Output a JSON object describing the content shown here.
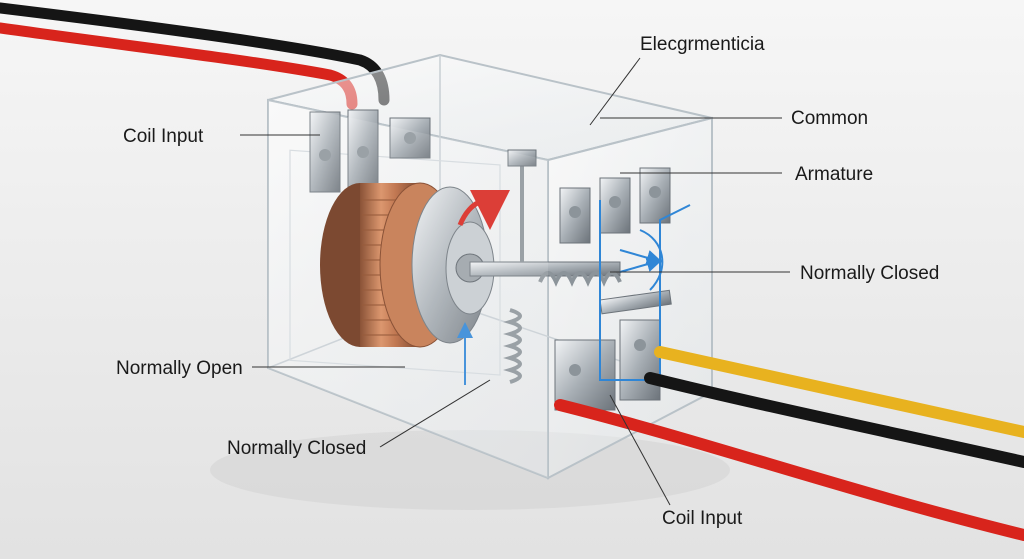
{
  "labels": {
    "electromagnet": "Elecgrmenticia",
    "common": "Common",
    "armature": "Armature",
    "coil_input_top": "Coil Input",
    "normally_closed_right": "Normally Closed",
    "normally_open": "Normally Open",
    "normally_closed_bottom": "Normally Closed",
    "coil_input_bottom": "Coil Input"
  },
  "colors": {
    "background": "#efefef",
    "wire_red": "#d8241c",
    "wire_black": "#151515",
    "wire_yellow": "#e8b21f",
    "copper": "#b8653a",
    "arrow_blue": "#2f86d6",
    "arrow_red": "#d8241c",
    "housing_edge": "#b9c2c8"
  }
}
